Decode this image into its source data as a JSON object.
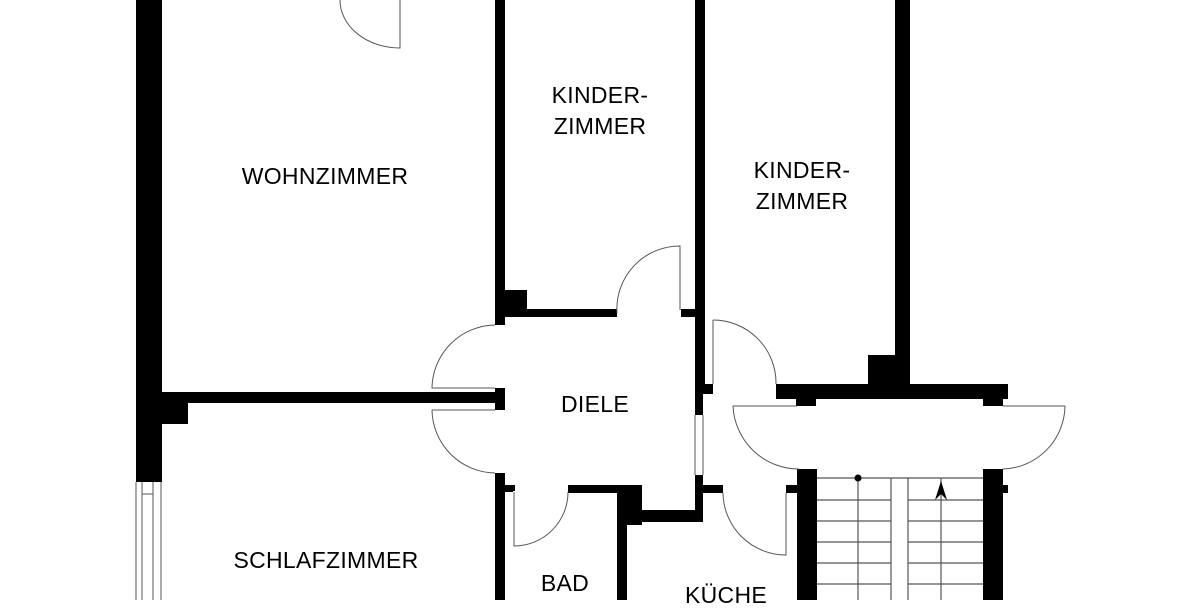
{
  "plan": {
    "type": "floor-plan",
    "wall_color": "#000000",
    "line_color": "#555555",
    "background": "#ffffff"
  },
  "rooms": {
    "wohnzimmer": {
      "label": "WOHNZIMMER"
    },
    "kinderzimmer_1": {
      "label": "KINDER-\nZIMMER"
    },
    "kinderzimmer_2": {
      "label": "KINDER-\nZIMMER"
    },
    "diele": {
      "label": "DIELE"
    },
    "schlafzimmer": {
      "label": "SCHLAFZIMMER"
    },
    "bad": {
      "label": "BAD"
    },
    "kueche": {
      "label": "KÜCHE"
    }
  },
  "staircase": {
    "direction": "up",
    "steps_visible": 6
  }
}
